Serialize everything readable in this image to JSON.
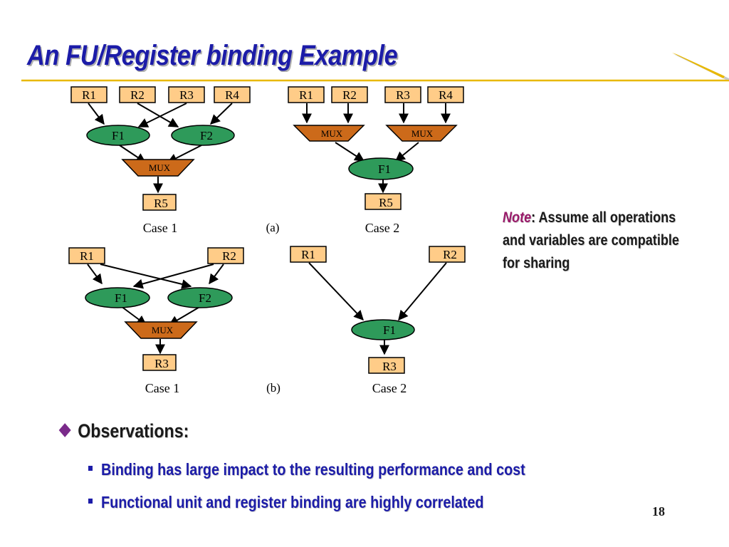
{
  "slide": {
    "title": "An FU/Register binding Example",
    "note_label": "Note",
    "note_text": ": Assume all operations and variables are compatible for sharing",
    "observations_heading": "Observations:",
    "bullets": [
      "Binding has large impact to the resulting performance and cost",
      "Functional unit and register binding are highly correlated"
    ],
    "page_number": "18"
  },
  "diagram": {
    "part_labels": {
      "a": "(a)",
      "b": "(b)"
    },
    "case_labels": {
      "a_case1": "Case 1",
      "a_case2": "Case 2",
      "b_case1": "Case 1",
      "b_case2": "Case 2"
    },
    "registers": {
      "a1": [
        "R1",
        "R2",
        "R3",
        "R4",
        "R5"
      ],
      "a2": [
        "R1",
        "R2",
        "R3",
        "R4",
        "R5"
      ],
      "b1": [
        "R1",
        "R2",
        "R3"
      ],
      "b2": [
        "R1",
        "R2",
        "R3"
      ]
    },
    "units": {
      "a1": [
        "F1",
        "F2"
      ],
      "a2": [
        "F1"
      ],
      "b1": [
        "F1",
        "F2"
      ],
      "b2": [
        "F1"
      ]
    },
    "mux_label": "MUX",
    "colors": {
      "register_fill": "#ffcc88",
      "unit_fill": "#2e9a5a",
      "mux_fill": "#cc6a1a",
      "title": "#1c1ca8",
      "accent_line": "#e8b800"
    }
  }
}
